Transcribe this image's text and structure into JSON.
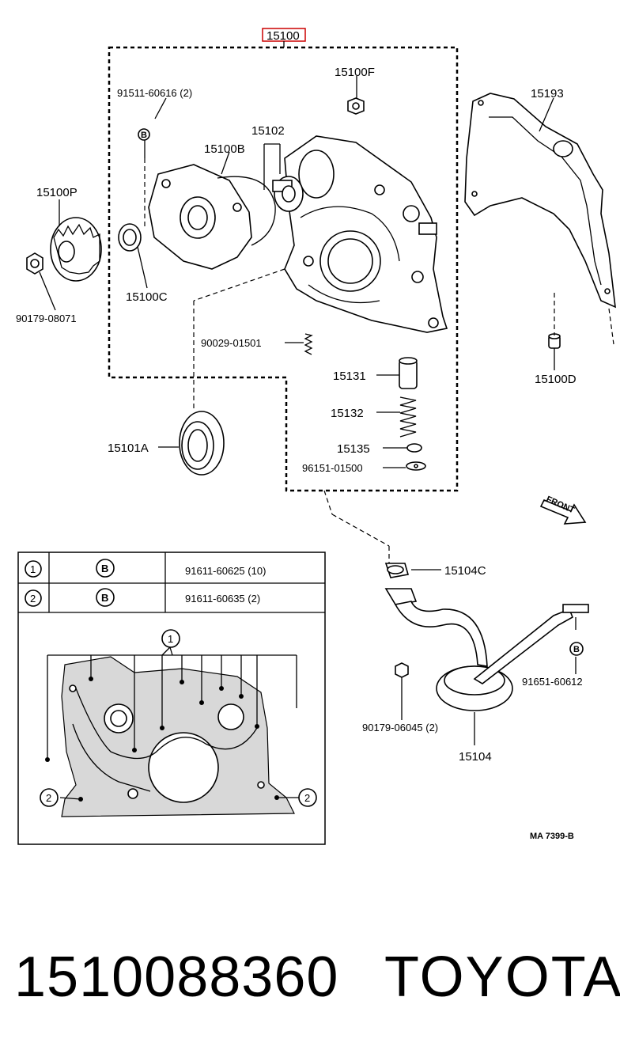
{
  "diagram": {
    "assembly_label": "15100",
    "assembly_label_color": "#cc0000",
    "parts": {
      "p15100F": "15100F",
      "p91511": "91511-60616 (2)",
      "p15102": "15102",
      "p15100B": "15100B",
      "p15193": "15193",
      "p15100P": "15100P",
      "p15100C": "15100C",
      "p90179_08071": "90179-08071",
      "p90029": "90029-01501",
      "p15131": "15131",
      "p15100D": "15100D",
      "p15132": "15132",
      "p15101A": "15101A",
      "p15135": "15135",
      "p96151": "96151-01500",
      "p15104C": "15104C",
      "p91651": "91651-60612",
      "p90179_06045": "90179-06045 (2)",
      "p15104": "15104",
      "front": "FRONT",
      "ref": "MA 7399-B"
    },
    "callout_letter": "B"
  },
  "bolt_table": {
    "rows": [
      {
        "num": "1",
        "type": "B",
        "part": "91611-60625 (10)"
      },
      {
        "num": "2",
        "type": "B",
        "part": "91611-60635 (2)"
      }
    ],
    "inset_marks": {
      "m1": "1",
      "m2a": "2",
      "m2b": "2"
    }
  },
  "footer": {
    "part_number": "1510088360",
    "brand": "TOYOTA"
  }
}
